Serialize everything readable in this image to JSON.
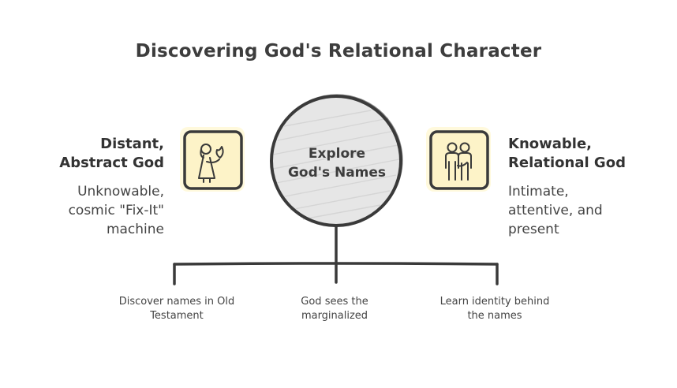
{
  "title": "Discovering God's Relational Character",
  "center": {
    "label_line1": "Explore",
    "label_line2": "God's Names"
  },
  "left": {
    "heading_line1": "Distant,",
    "heading_line2": "Abstract God",
    "desc_line1": "Unknowable,",
    "desc_line2": "cosmic \"Fix-It\"",
    "desc_line3": "machine",
    "icon": "person-with-fire-icon"
  },
  "right": {
    "heading_line1": "Knowable,",
    "heading_line2": "Relational God",
    "desc_line1": "Intimate,",
    "desc_line2": "attentive, and",
    "desc_line3": "present",
    "icon": "two-people-icon"
  },
  "steps": [
    {
      "line1": "Discover names in Old",
      "line2": "Testament"
    },
    {
      "line1": "God sees the",
      "line2": "marginalized"
    },
    {
      "line1": "Learn identity behind",
      "line2": "the names"
    }
  ],
  "colors": {
    "circle_fill": "#e6e6e6",
    "icon_box_fill": "#fdf6d3",
    "stroke": "#3a3a3a"
  }
}
